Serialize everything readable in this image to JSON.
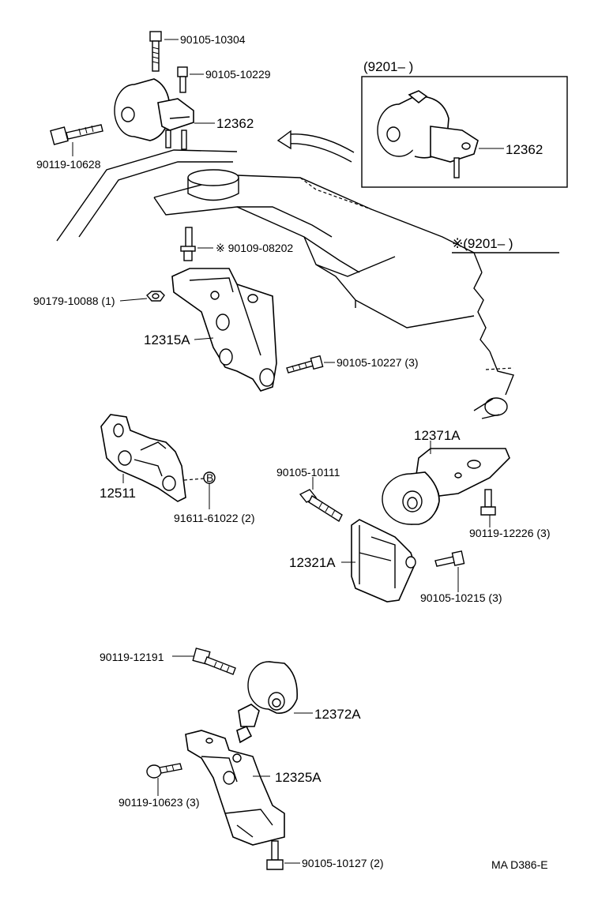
{
  "labels": {
    "p_90105_10304": "90105-10304",
    "p_90105_10229": "90105-10229",
    "p_12362_main": "12362",
    "p_90119_10628": "90119-10628",
    "inset_date": "(9201–        )",
    "p_12362_inset": "12362",
    "p_90109_08202": "※ 90109-08202",
    "note_date": "※(9201–          )",
    "p_90179_10088": "90179-10088 (1)",
    "p_12315A": "12315A",
    "p_90105_10227": "90105-10227 (3)",
    "p_12511": "12511",
    "p_B_marker": "B",
    "p_91611_61022": "91611-61022 (2)",
    "p_12371A": "12371A",
    "p_90105_10111": "90105-10111",
    "p_90119_12226": "90119-12226 (3)",
    "p_12321A": "12321A",
    "p_90105_10215": "90105-10215 (3)",
    "p_90119_12191": "90119-12191",
    "p_12372A": "12372A",
    "p_12325A": "12325A",
    "p_90119_10623": "90119-10623 (3)",
    "p_90105_10127": "90105-10127 (2)",
    "diagram_code": "MA D386-E"
  }
}
